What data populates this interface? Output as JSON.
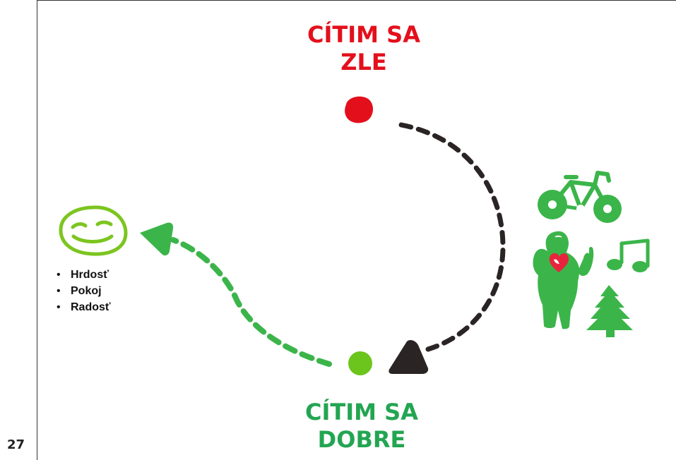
{
  "page_number": "27",
  "top_state": {
    "line1": "CÍTIM SA",
    "line2": "ZLE"
  },
  "bottom_state": {
    "line1": "CÍTIM SA",
    "line2": "DOBRE"
  },
  "emotions": [
    "Hrdosť",
    "Pokoj",
    "Radosť"
  ],
  "colors": {
    "bad_red": "#e3101c",
    "good_green": "#23a552",
    "dot_green": "#6cc51c",
    "icon_green": "#3bb54a",
    "face_green": "#7cc520",
    "dark_arrow": "#2a2424",
    "heart_red": "#e8243c"
  },
  "icons": [
    "smiley-face-icon",
    "bicycle-icon",
    "person-heart-icon",
    "music-note-icon",
    "tree-icon"
  ]
}
